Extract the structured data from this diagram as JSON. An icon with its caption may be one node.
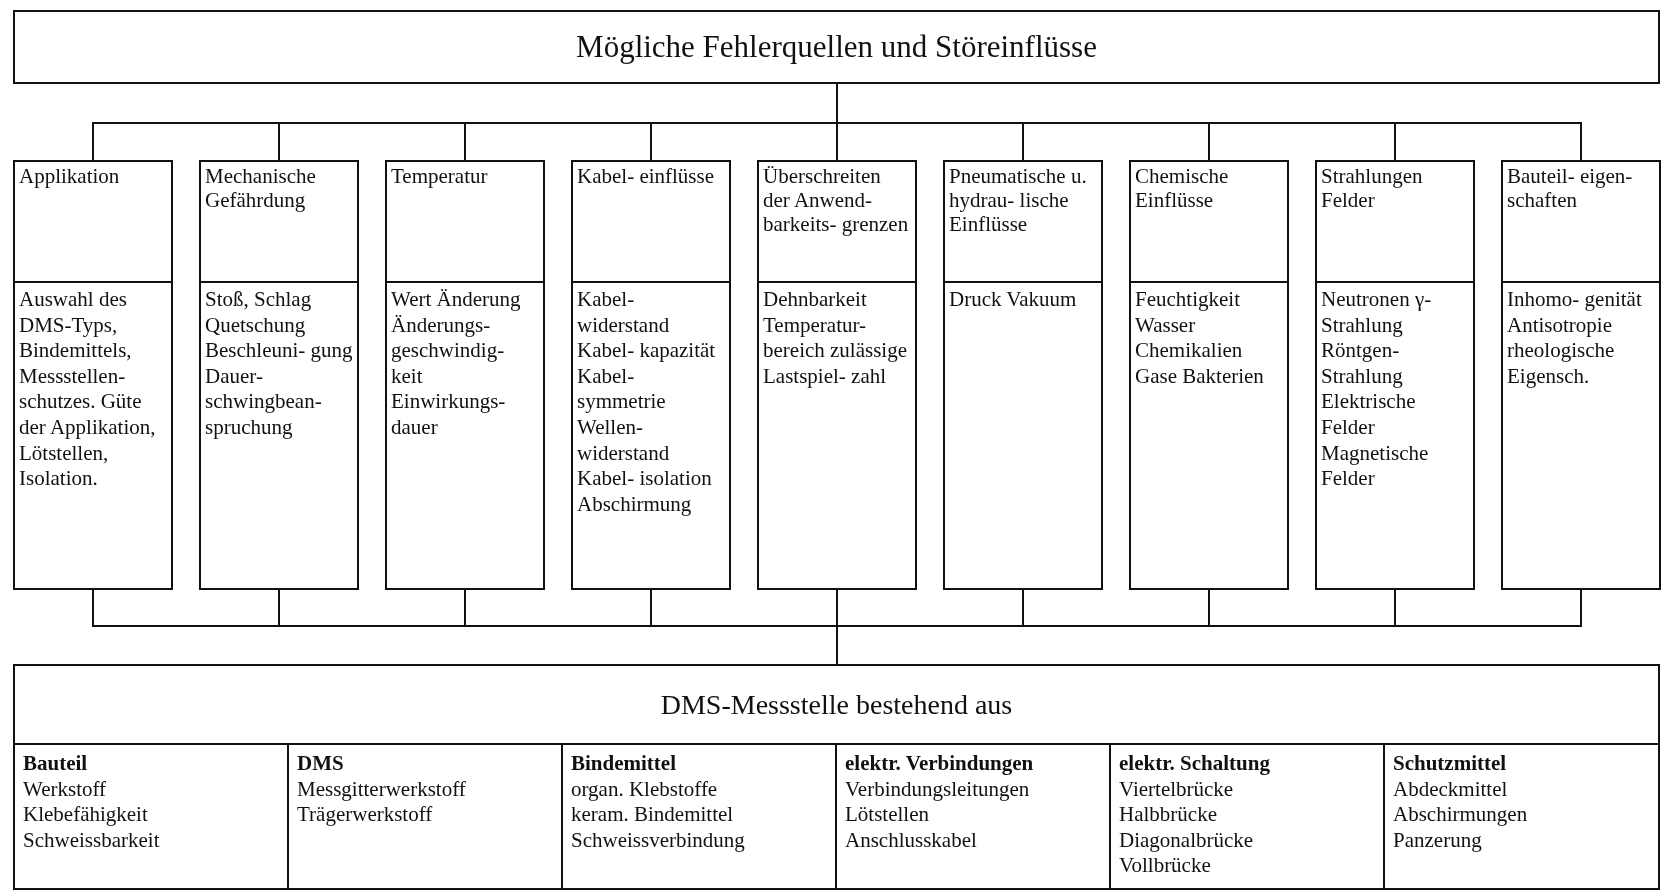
{
  "diagram": {
    "nodes": [
      {
        "text": [
          "Mögliche Fehlerquellen und Störeinflüsse"
        ]
      },
      {
        "text": [
          "Applikation",
          "Auswahl des DMS-Typs, Bindemittels, Messstellen- schutzes. Güte der Applikation, Lötstellen, Isolation."
        ]
      },
      {
        "text": [
          "Mechanische Gefährdung",
          "Stoß, Schlag Quetschung Beschleuni- gung Dauer- schwingbean- spruchung"
        ]
      },
      {
        "text": [
          "Temperatur",
          "Wert Änderung Änderungs- geschwindig- keit Einwirkungs- dauer"
        ]
      },
      {
        "text": [
          "Kabel- einflüsse",
          "Kabel- widerstand Kabel- kapazität Kabel- symmetrie Wellen- widerstand Kabel- isolation Abschirmung"
        ]
      },
      {
        "text": [
          "Überschreiten der Anwend- barkeits- grenzen",
          "Dehnbarkeit Temperatur- bereich zulässige Lastspiel- zahl"
        ]
      },
      {
        "text": [
          "Pneumatische u. hydrau- lische Einflüsse",
          "Druck Vakuum"
        ]
      },
      {
        "text": [
          "Chemische Einflüsse",
          "Feuchtigkeit Wasser Chemikalien Gase Bakterien"
        ]
      },
      {
        "text": [
          "Strahlungen Felder",
          "Neutronen γ-Strahlung Röntgen- Strahlung Elektrische Felder Magnetische Felder"
        ]
      },
      {
        "text": [
          "Bauteil- eigen- schaften",
          "Inhomo- genität Antisotropie rheologische Eigensch."
        ]
      },
      {
        "text": [
          "DMS-Messstelle bestehend aus"
        ]
      },
      {
        "text": [
          "Bauteil",
          "Werkstoff",
          "Klebefähigkeit",
          "Schweissbarkeit"
        ],
        "in": 10
      },
      {
        "text": [
          "DMS",
          "Messgitterwerkstoff",
          "Trägerwerkstoff"
        ],
        "in": 10
      },
      {
        "text": [
          "Bindemittel",
          "organ. Klebstoffe",
          "keram. Bindemittel",
          "Schweissverbindung"
        ],
        "in": 10
      },
      {
        "text": [
          "elektr. Verbindungen",
          "Verbindungsleitungen",
          "Lötstellen",
          "Anschlusskabel"
        ],
        "in": 10
      },
      {
        "text": [
          "elektr. Schaltung",
          "Viertelbrücke",
          "Halbbrücke",
          "Diagonalbrücke",
          "Vollbrücke"
        ],
        "in": 10
      },
      {
        "text": [
          "Schutzmittel",
          "Abdeckmittel",
          "Abschirmungen",
          "Panzerung"
        ],
        "in": 10
      }
    ],
    "edges": [
      {
        "from": 0,
        "to": 1,
        "arrow": "none"
      },
      {
        "from": 0,
        "to": 2,
        "arrow": "none"
      },
      {
        "from": 0,
        "to": 3,
        "arrow": "none"
      },
      {
        "from": 0,
        "to": 4,
        "arrow": "none"
      },
      {
        "from": 0,
        "to": 5,
        "arrow": "none"
      },
      {
        "from": 0,
        "to": 6,
        "arrow": "none"
      },
      {
        "from": 0,
        "to": 7,
        "arrow": "none"
      },
      {
        "from": 0,
        "to": 8,
        "arrow": "none"
      },
      {
        "from": 0,
        "to": 9,
        "arrow": "none"
      },
      {
        "from": 1,
        "to": 10,
        "arrow": "none"
      },
      {
        "from": 2,
        "to": 10,
        "arrow": "none"
      },
      {
        "from": 3,
        "to": 10,
        "arrow": "none"
      },
      {
        "from": 4,
        "to": 10,
        "arrow": "none"
      },
      {
        "from": 5,
        "to": 10,
        "arrow": "none"
      },
      {
        "from": 6,
        "to": 10,
        "arrow": "none"
      },
      {
        "from": 7,
        "to": 10,
        "arrow": "none"
      },
      {
        "from": 8,
        "to": 10,
        "arrow": "none"
      },
      {
        "from": 9,
        "to": 10,
        "arrow": "none"
      }
    ]
  }
}
